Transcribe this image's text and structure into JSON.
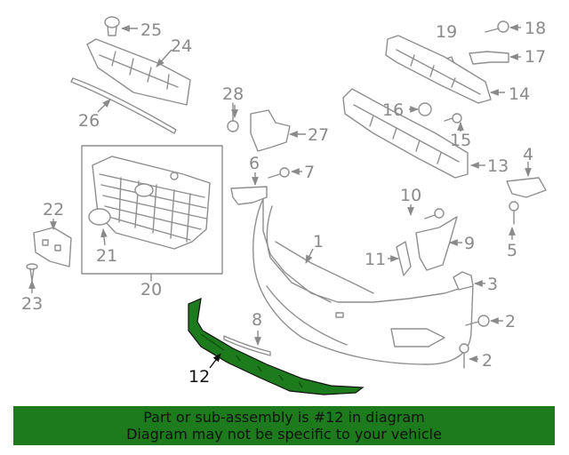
{
  "highlight_color": "#1d7a1d",
  "callouts": [
    "25",
    "24",
    "26",
    "28",
    "27",
    "6",
    "7",
    "22",
    "21",
    "20",
    "23",
    "19",
    "18",
    "17",
    "14",
    "16",
    "15",
    "13",
    "4",
    "10",
    "9",
    "11",
    "1",
    "5",
    "3",
    "8",
    "2",
    "2",
    "12"
  ],
  "highlighted_part": "12",
  "banner": {
    "line1": "Part or sub-assembly is #12 in diagram",
    "line2": "Diagram may not be specific to your vehicle"
  }
}
